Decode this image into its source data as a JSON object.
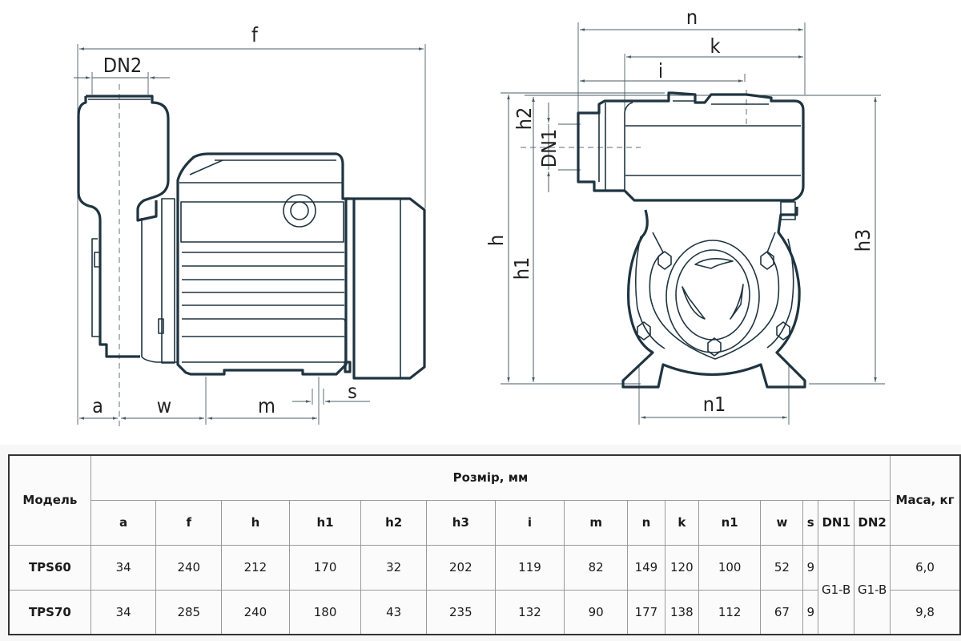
{
  "drawing": {
    "side_view_labels": {
      "f": "f",
      "DN2": "DN2",
      "a": "a",
      "w": "w",
      "m": "m",
      "s": "s"
    },
    "front_view_labels": {
      "n": "n",
      "k": "k",
      "i": "i",
      "h": "h",
      "h1": "h1",
      "h2": "h2",
      "h3": "h3",
      "DN1": "DN1",
      "n1": "n1"
    }
  },
  "table": {
    "model_header": "Модель",
    "size_group_header": "Розмір, мм",
    "mass_header": "Маса, кг",
    "columns": [
      "a",
      "f",
      "h",
      "h1",
      "h2",
      "h3",
      "i",
      "m",
      "n",
      "k",
      "n1",
      "w",
      "s",
      "DN1",
      "DN2"
    ],
    "shared_connections": {
      "DN1": "G1-B",
      "DN2": "G1-B"
    },
    "rows": [
      {
        "model": "TPS60",
        "a": "34",
        "f": "240",
        "h": "212",
        "h1": "170",
        "h2": "32",
        "h3": "202",
        "i": "119",
        "m": "82",
        "n": "149",
        "k": "120",
        "n1": "100",
        "w": "52",
        "s": "9",
        "mass": "6,0"
      },
      {
        "model": "TPS70",
        "a": "34",
        "f": "285",
        "h": "240",
        "h1": "180",
        "h2": "43",
        "h3": "235",
        "i": "132",
        "m": "90",
        "n": "177",
        "k": "138",
        "n1": "112",
        "w": "67",
        "s": "9",
        "mass": "9,8"
      }
    ]
  }
}
